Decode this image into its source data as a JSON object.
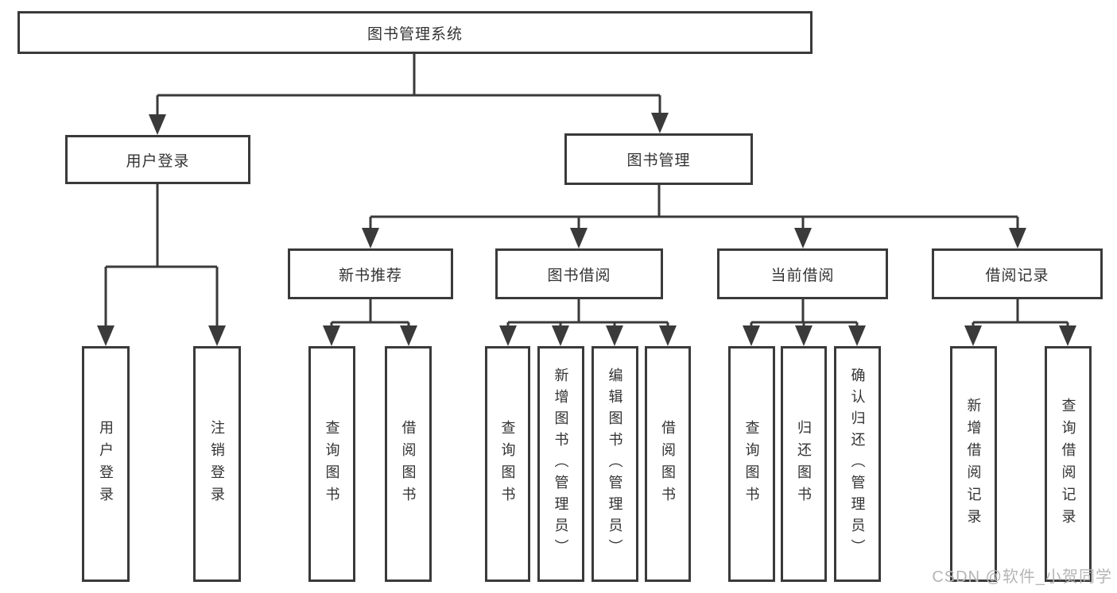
{
  "diagram": {
    "title": "图书管理系统",
    "type": "hierarchy-tree",
    "structure": {
      "图书管理系统": {
        "用户登录": [
          "用户登录",
          "注销登录"
        ],
        "图书管理": {
          "新书推荐": [
            "查询图书",
            "借阅图书"
          ],
          "图书借阅": [
            "查询图书",
            "新增图书（管理员）",
            "编辑图书（管理员）",
            "借阅图书"
          ],
          "当前借阅": [
            "查询图书",
            "归还图书",
            "确认归还（管理员）"
          ],
          "借阅记录": [
            "新增借阅记录",
            "查询借阅记录"
          ]
        }
      }
    }
  },
  "root": {
    "label": "图书管理系统"
  },
  "level1": [
    {
      "label": "用户登录"
    },
    {
      "label": "图书管理"
    }
  ],
  "level2": [
    {
      "label": "新书推荐"
    },
    {
      "label": "图书借阅"
    },
    {
      "label": "当前借阅"
    },
    {
      "label": "借阅记录"
    }
  ],
  "leaves": [
    {
      "label": "用户登录"
    },
    {
      "label": "注销登录"
    },
    {
      "label": "查询图书"
    },
    {
      "label": "借阅图书"
    },
    {
      "label": "查询图书"
    },
    {
      "label": "新增图书（管理员）"
    },
    {
      "label": "编辑图书（管理员）"
    },
    {
      "label": "借阅图书"
    },
    {
      "label": "查询图书"
    },
    {
      "label": "归还图书"
    },
    {
      "label": "确认归还（管理员）"
    },
    {
      "label": "新增借阅记录"
    },
    {
      "label": "查询借阅记录"
    }
  ],
  "watermark": "CSDN @软件_小贺同学",
  "colors": {
    "line": "#3a3a3a",
    "box_border": "#3a3a3a",
    "text": "#333333",
    "background": "#ffffff",
    "watermark": "#b5b5b5"
  }
}
